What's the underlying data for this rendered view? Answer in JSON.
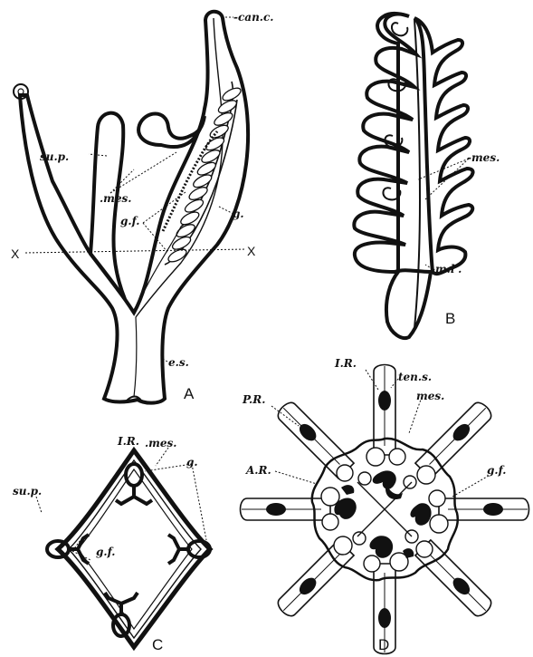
{
  "panels": {
    "A": "A",
    "B": "B",
    "C": "C",
    "D": "D"
  },
  "labels_A": {
    "can_c": "-can.c.",
    "su_p": "su.p.",
    "mes": ".mes.",
    "g_f": "g.f.",
    "g": "g.",
    "e_s": "e.s.",
    "x_left": "X",
    "x_right": "X"
  },
  "labels_B": {
    "mes": "-mes.",
    "m_l": "-m.l'."
  },
  "labels_C": {
    "I_R": "I.R.",
    "mes": ".mes.",
    "g": "g.",
    "su_p": "su.p.",
    "g_f": "g.f."
  },
  "labels_D": {
    "I_R": "I.R.",
    "ten_s": "ten.s.",
    "P_R": "P.R.",
    "mes": "mes.",
    "A_R": "A.R.",
    "g_f": "g.f."
  }
}
